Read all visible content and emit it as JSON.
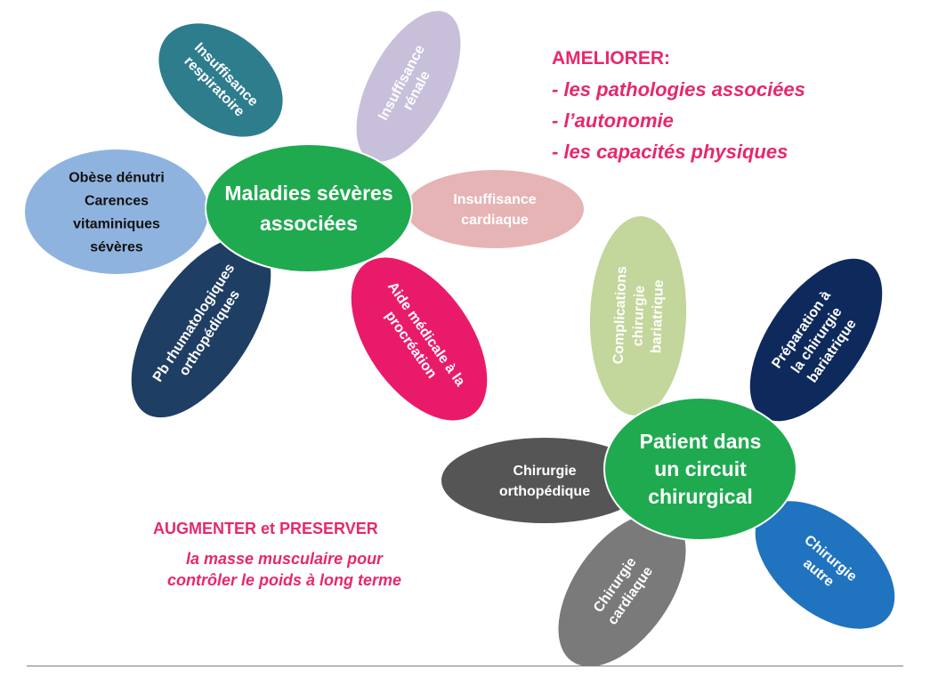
{
  "flower1": {
    "center": {
      "lines": [
        "Maladies sévères",
        "associées"
      ],
      "color": "#1faa50"
    },
    "petals": [
      {
        "id": "insuffisance-respiratoire",
        "lines": [
          "Insuffisance",
          "respiratoire"
        ],
        "color": "#2e7d8d"
      },
      {
        "id": "insuffisance-renale",
        "lines": [
          "Insuffisance",
          "rénale"
        ],
        "color": "#c8bfdb"
      },
      {
        "id": "insuffisance-cardiaque",
        "lines": [
          "Insuffisance",
          "cardiaque"
        ],
        "color": "#e6b4b5"
      },
      {
        "id": "aide-medicale-procreation",
        "lines": [
          "Aide médicale à la",
          "procréation"
        ],
        "color": "#ea1a6a"
      },
      {
        "id": "pb-rhumatologiques",
        "lines": [
          "Pb rhumatologiques",
          "orthopédiques"
        ],
        "color": "#1f3e63"
      },
      {
        "id": "obese-denutri",
        "lines": [
          "Obèse dénutri",
          "Carences",
          "vitaminiques",
          "sévères"
        ],
        "color": "#8fb3df"
      }
    ]
  },
  "flower2": {
    "center": {
      "lines": [
        "Patient dans",
        "un circuit",
        "chirurgical"
      ],
      "color": "#1faa50"
    },
    "petals": [
      {
        "id": "complications-chirurgie-bariatrique",
        "lines": [
          "Complications",
          "chirurgie",
          "bariatrique"
        ],
        "color": "#c3d69b"
      },
      {
        "id": "preparation-chirurgie-bariatrique",
        "lines": [
          "Préparation à",
          "la chirurgie",
          "bariatrique"
        ],
        "color": "#0e2a5c"
      },
      {
        "id": "chirurgie-autre",
        "lines": [
          "Chirurgie",
          "autre"
        ],
        "color": "#1f73bf"
      },
      {
        "id": "chirurgie-cardiaque",
        "lines": [
          "Chirurgie",
          "cardiaque"
        ],
        "color": "#7a7a7a"
      },
      {
        "id": "chirurgie-orthopedique",
        "lines": [
          "Chirurgie",
          "orthopédique"
        ],
        "color": "#555555"
      }
    ]
  },
  "ameliorer": {
    "title": "AMELIORER:",
    "items": [
      "- les pathologies associées",
      "- l’autonomie",
      "- les capacités physiques"
    ]
  },
  "augmenter": {
    "title": "AUGMENTER et PRESERVER",
    "line1": "la masse musculaire pour",
    "line2": "contrôler le poids à long terme"
  },
  "colors": {
    "accent_text": "#e6286e",
    "center_green": "#1faa50",
    "rule": "#7f7f7f"
  }
}
